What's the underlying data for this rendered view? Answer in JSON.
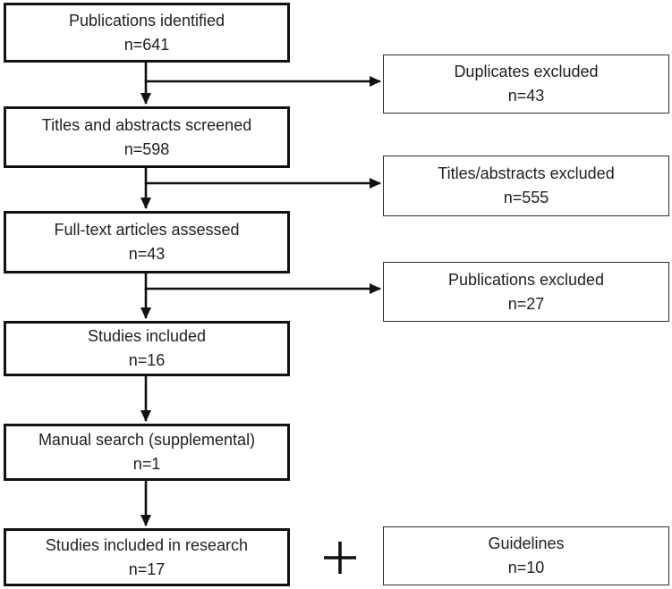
{
  "diagram": {
    "type": "flowchart",
    "description": "Study selection flow diagram",
    "colors": {
      "background": "#ffffff",
      "box_border_primary": "#111111",
      "box_border_secondary": "#2e2e2e",
      "text": "#212121",
      "arrow": "#111111"
    },
    "left_boxes": [
      {
        "label": "Publications identified",
        "count": "n=641"
      },
      {
        "label": "Titles and abstracts screened",
        "count": "n=598"
      },
      {
        "label": "Full-text articles assessed",
        "count": "n=43"
      },
      {
        "label": "Studies included",
        "count": "n=16"
      },
      {
        "label": "Manual search (supplemental)",
        "count": "n=1"
      },
      {
        "label": "Studies included in research",
        "count": "n=17"
      }
    ],
    "right_boxes": [
      {
        "label": "Duplicates excluded",
        "count": "n=43"
      },
      {
        "label": "Titles/abstracts excluded",
        "count": "n=555"
      },
      {
        "label": "Publications excluded",
        "count": "n=27"
      },
      {
        "label": "Guidelines",
        "count": "n=10"
      }
    ],
    "plus_symbol": "+",
    "connections": [
      {
        "from": "Publications identified",
        "to": "Titles and abstracts screened",
        "type": "down-arrow"
      },
      {
        "from": "Publications identified",
        "to": "Duplicates excluded",
        "type": "branch-right-arrow"
      },
      {
        "from": "Titles and abstracts screened",
        "to": "Full-text articles assessed",
        "type": "down-arrow"
      },
      {
        "from": "Titles and abstracts screened",
        "to": "Titles/abstracts excluded",
        "type": "branch-right-arrow"
      },
      {
        "from": "Full-text articles assessed",
        "to": "Studies included",
        "type": "down-arrow"
      },
      {
        "from": "Full-text articles assessed",
        "to": "Publications excluded",
        "type": "branch-right-arrow"
      },
      {
        "from": "Studies included",
        "to": "Manual search (supplemental)",
        "type": "down-arrow"
      },
      {
        "from": "Manual search (supplemental)",
        "to": "Studies included in research",
        "type": "down-arrow"
      },
      {
        "from": "Studies included in research",
        "to": "Guidelines",
        "type": "plus"
      }
    ]
  }
}
